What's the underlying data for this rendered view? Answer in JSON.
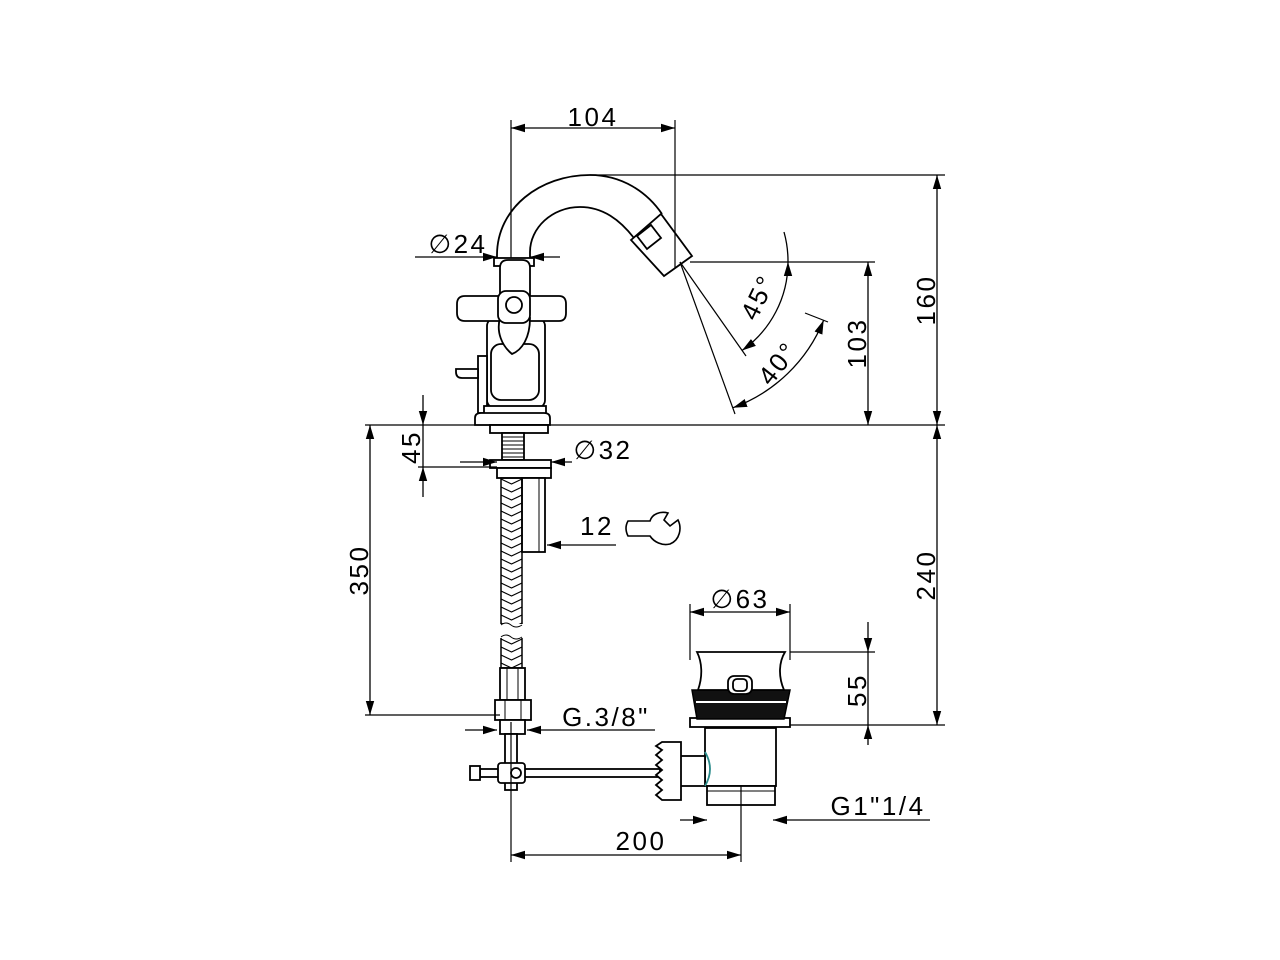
{
  "labels": {
    "spout_reach": "104",
    "spout_diameter": "∅24",
    "angle_upper": "45°",
    "angle_lower": "40°",
    "nozzle_height": "103",
    "total_height": "160",
    "deck_thickness": "45",
    "shank_diameter": "∅32",
    "wrench_size": "12",
    "hose_length": "350",
    "waste_depth": "240",
    "waste_diameter": "∅63",
    "waste_height": "55",
    "hose_thread": "G.3/8\"",
    "waste_thread": "G1\"1/4",
    "waste_offset": "200"
  },
  "icons": {
    "wrench": "wrench-icon"
  },
  "colors": {
    "background": "#ffffff",
    "line": "#000000",
    "accent": "#2a8a8a"
  }
}
